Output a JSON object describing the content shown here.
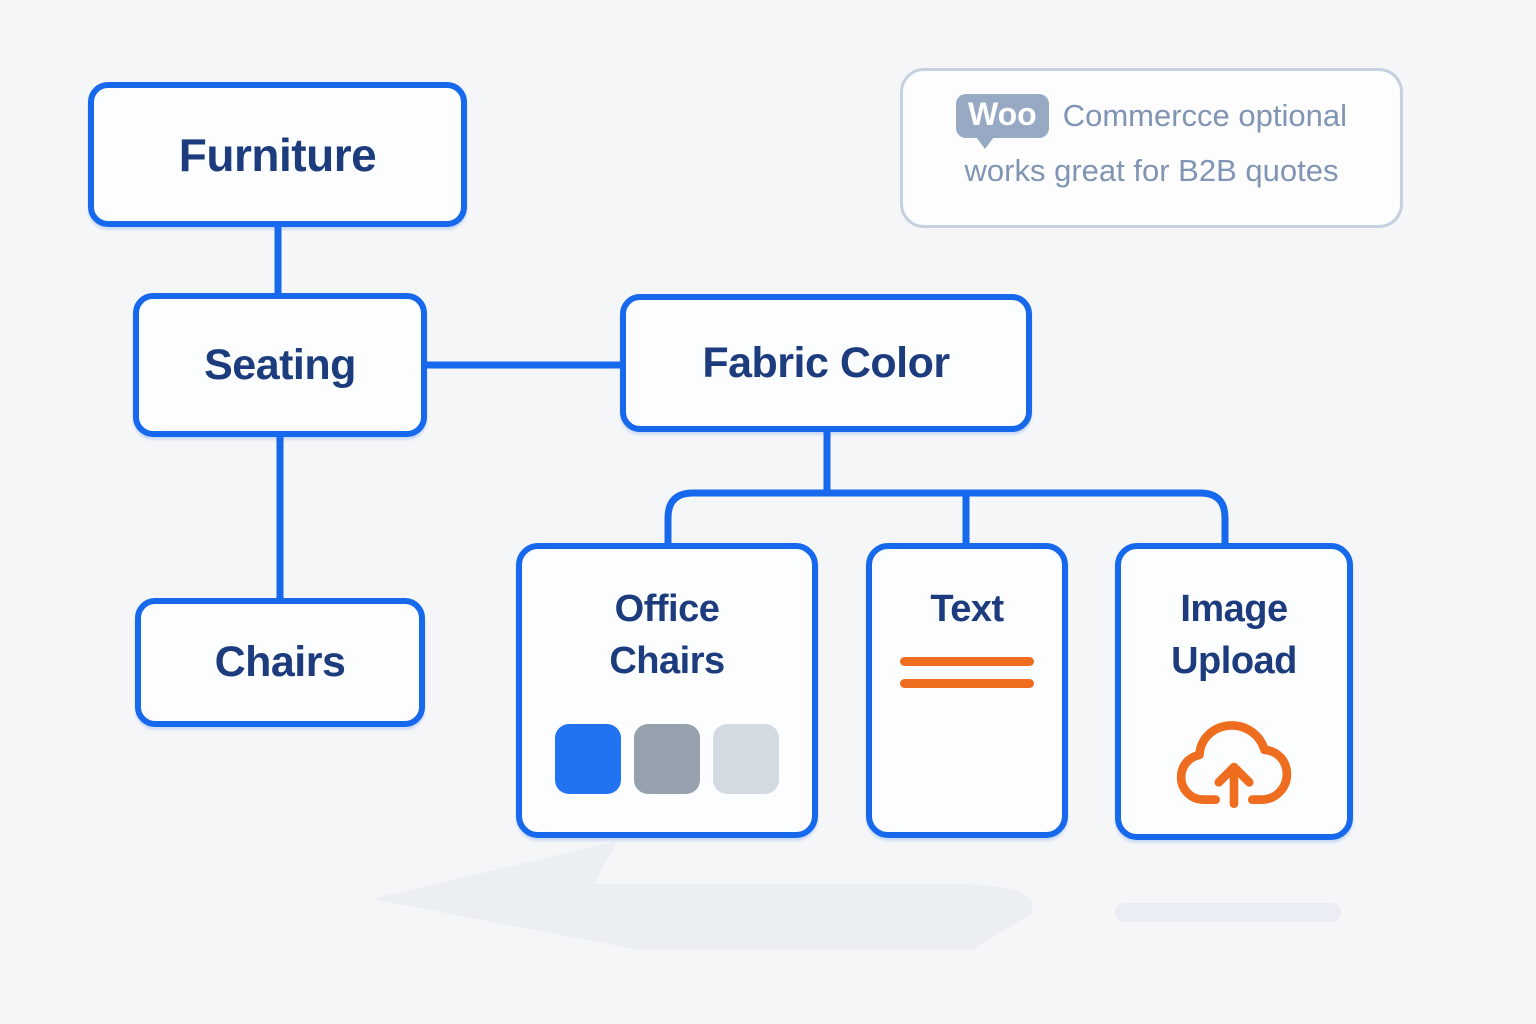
{
  "canvas": {
    "background": "#f5f6f8"
  },
  "diagram": {
    "colors": {
      "node_border": "#1668ec",
      "node_text": "#1d3c7d",
      "connector": "#1668ec",
      "node_background": "#fcfdfe",
      "shadow": "#e9edf3"
    },
    "nodes": {
      "furniture": {
        "label": "Furniture"
      },
      "seating": {
        "label": "Seating"
      },
      "chairs": {
        "label": "Chairs"
      },
      "fabric_color": {
        "label": "Fabric Color"
      }
    },
    "cards": {
      "office_chairs": {
        "label": "Office Chairs",
        "swatches": {
          "blue": "#2273f2",
          "gray": "#97a0ad",
          "light_gray": "#d4dae2"
        }
      },
      "text": {
        "label": "Text",
        "line_color": "#ee6d1f"
      },
      "image_upload": {
        "label": "Image Upload",
        "icon": "cloud-upload-icon",
        "icon_color": "#ee6d1f"
      }
    },
    "edges": [
      {
        "from": "Furniture",
        "to": "Seating"
      },
      {
        "from": "Seating",
        "to": "Chairs"
      },
      {
        "from": "Seating",
        "to": "Fabric Color"
      },
      {
        "from": "Fabric Color",
        "to": "Office Chairs"
      },
      {
        "from": "Fabric Color",
        "to": "Text"
      },
      {
        "from": "Fabric Color",
        "to": "Image Upload"
      }
    ]
  },
  "badge": {
    "logo_text": "Woo",
    "line1": "Commercce optional",
    "line2": "works great for B2B quotes",
    "text_color": "#8095b3",
    "logo_background": "#98a9c3",
    "border_color": "#c5d0e0"
  }
}
